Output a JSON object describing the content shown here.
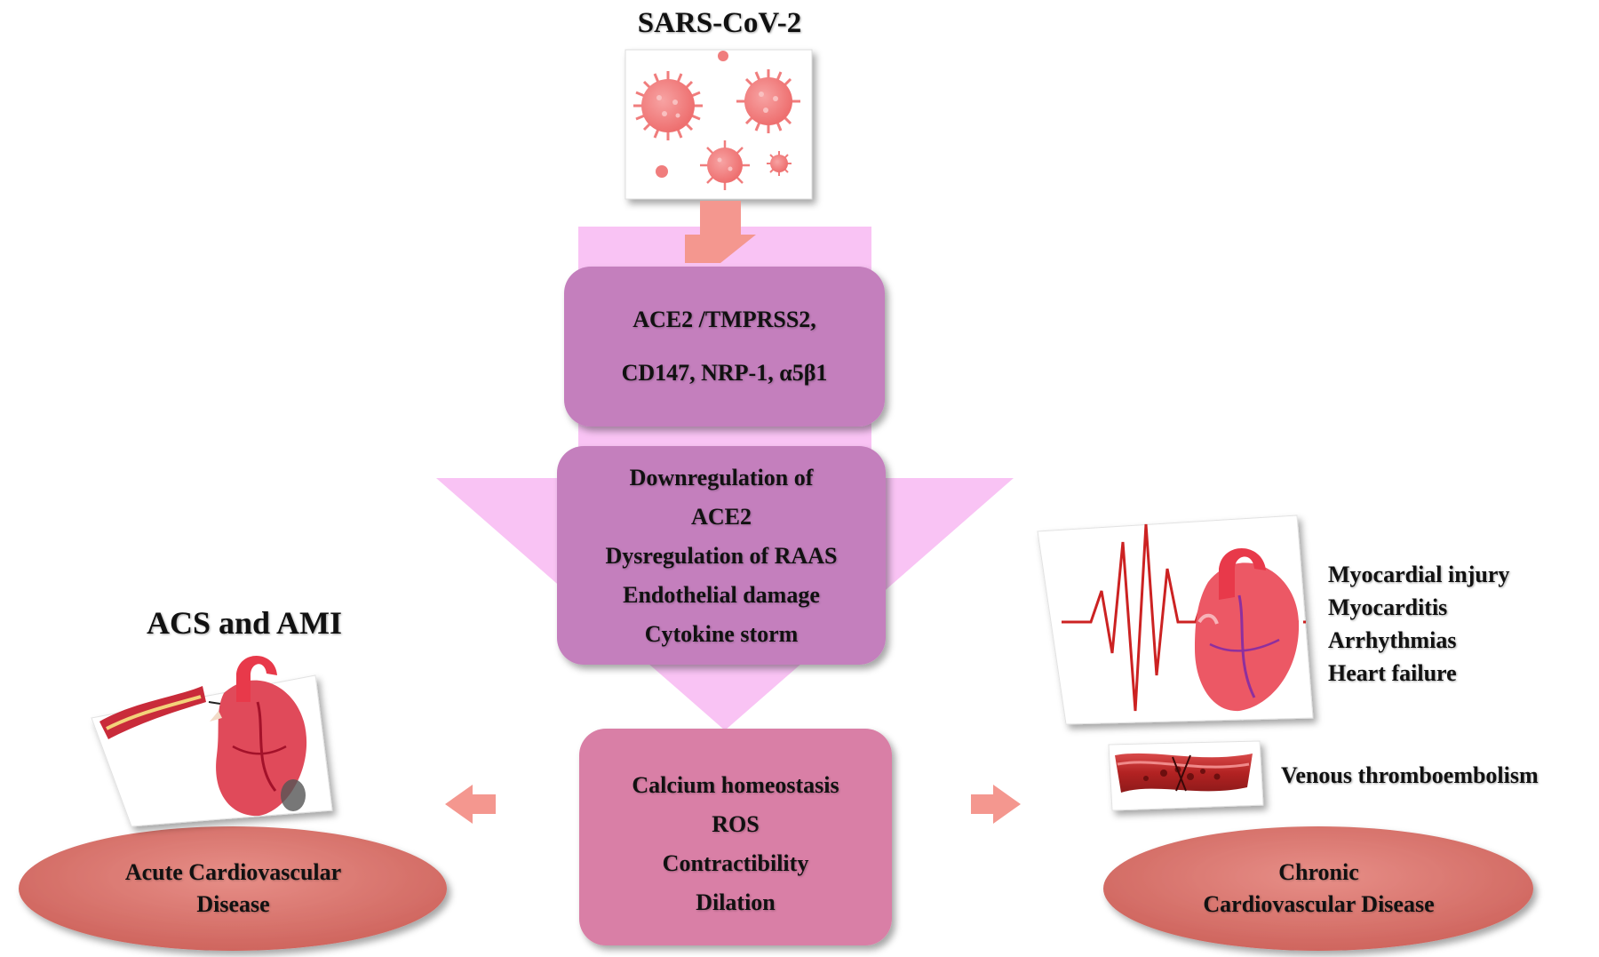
{
  "virus": {
    "title": "SARS-CoV-2"
  },
  "receptors": {
    "lines": [
      "ACE2 /TMPRSS2,",
      "CD147, NRP-1, α5β1"
    ]
  },
  "mechanisms": {
    "lines": [
      "Downregulation of",
      "ACE2",
      "Dysregulation of RAAS",
      "Endothelial damage",
      "Cytokine storm"
    ]
  },
  "effects": {
    "lines": [
      "Calcium homeostasis",
      "ROS",
      "Contractibility",
      "Dilation"
    ]
  },
  "acute": {
    "heading": "ACS and AMI",
    "ellipse_lines": [
      "Acute Cardiovascular",
      "Disease"
    ]
  },
  "chronic": {
    "conditions": [
      "Myocardial injury",
      "Myocarditis",
      "Arrhythmias",
      "Heart failure"
    ],
    "vte": "Venous thromboembolism",
    "ellipse_lines": [
      "Chronic",
      "Cardiovascular Disease"
    ]
  },
  "colors": {
    "virus": "#f07d7d",
    "arrow": "#f4978f",
    "funnel": "#f9c3f4",
    "purple_box": "#c47fbd",
    "pink_box": "#d97fa6",
    "ellipse": "#d6706a",
    "heart": "#e8394a",
    "ecg": "#cc2222"
  },
  "icons": [
    "virus-icon",
    "heart-vessel-icon",
    "ecg-heart-icon",
    "blood-vessel-icon"
  ]
}
